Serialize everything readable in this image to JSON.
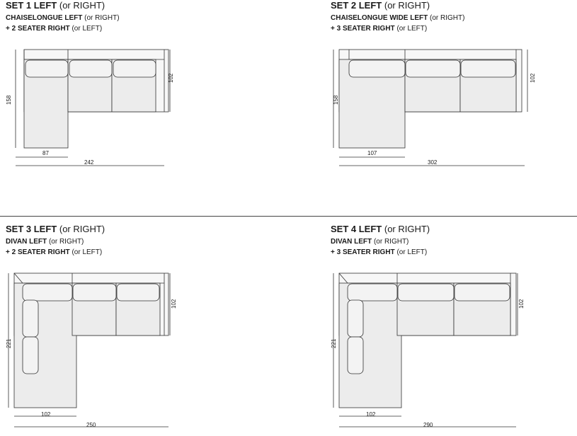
{
  "sets": [
    {
      "title_bold": "SET 1 LEFT",
      "title_rest": "(or RIGHT)",
      "line1_bold": "CHAISELONGUE LEFT",
      "line1_rest": "(or RIGHT)",
      "line2_bold": "+ 2 SEATER RIGHT",
      "line2_rest": "(or LEFT)",
      "dims": {
        "width": "242",
        "chaise_width": "87",
        "depth": "102",
        "chaise_depth": "158"
      }
    },
    {
      "title_bold": "SET 2 LEFT",
      "title_rest": "(or RIGHT)",
      "line1_bold": "CHAISELONGUE WIDE LEFT",
      "line1_rest": "(or RIGHT)",
      "line2_bold": "+ 3 SEATER RIGHT",
      "line2_rest": "(or LEFT)",
      "dims": {
        "width": "302",
        "chaise_width": "107",
        "depth": "102",
        "chaise_depth": "158"
      }
    },
    {
      "title_bold": "SET 3 LEFT",
      "title_rest": "(or RIGHT)",
      "line1_bold": "DIVAN LEFT",
      "line1_rest": "(or RIGHT)",
      "line2_bold": "+ 2 SEATER RIGHT",
      "line2_rest": "(or LEFT)",
      "dims": {
        "width": "250",
        "chaise_width": "102",
        "depth": "102",
        "chaise_depth": "221"
      }
    },
    {
      "title_bold": "SET 4 LEFT",
      "title_rest": "(or RIGHT)",
      "line1_bold": "DIVAN LEFT",
      "line1_rest": "(or RIGHT)",
      "line2_bold": "+ 3 SEATER RIGHT",
      "line2_rest": "(or LEFT)",
      "dims": {
        "width": "290",
        "chaise_width": "102",
        "depth": "102",
        "chaise_depth": "221"
      }
    }
  ],
  "colors": {
    "sofa_fill": "#ececec",
    "cushion_fill": "#f3f3f3",
    "outline": "#333333"
  }
}
